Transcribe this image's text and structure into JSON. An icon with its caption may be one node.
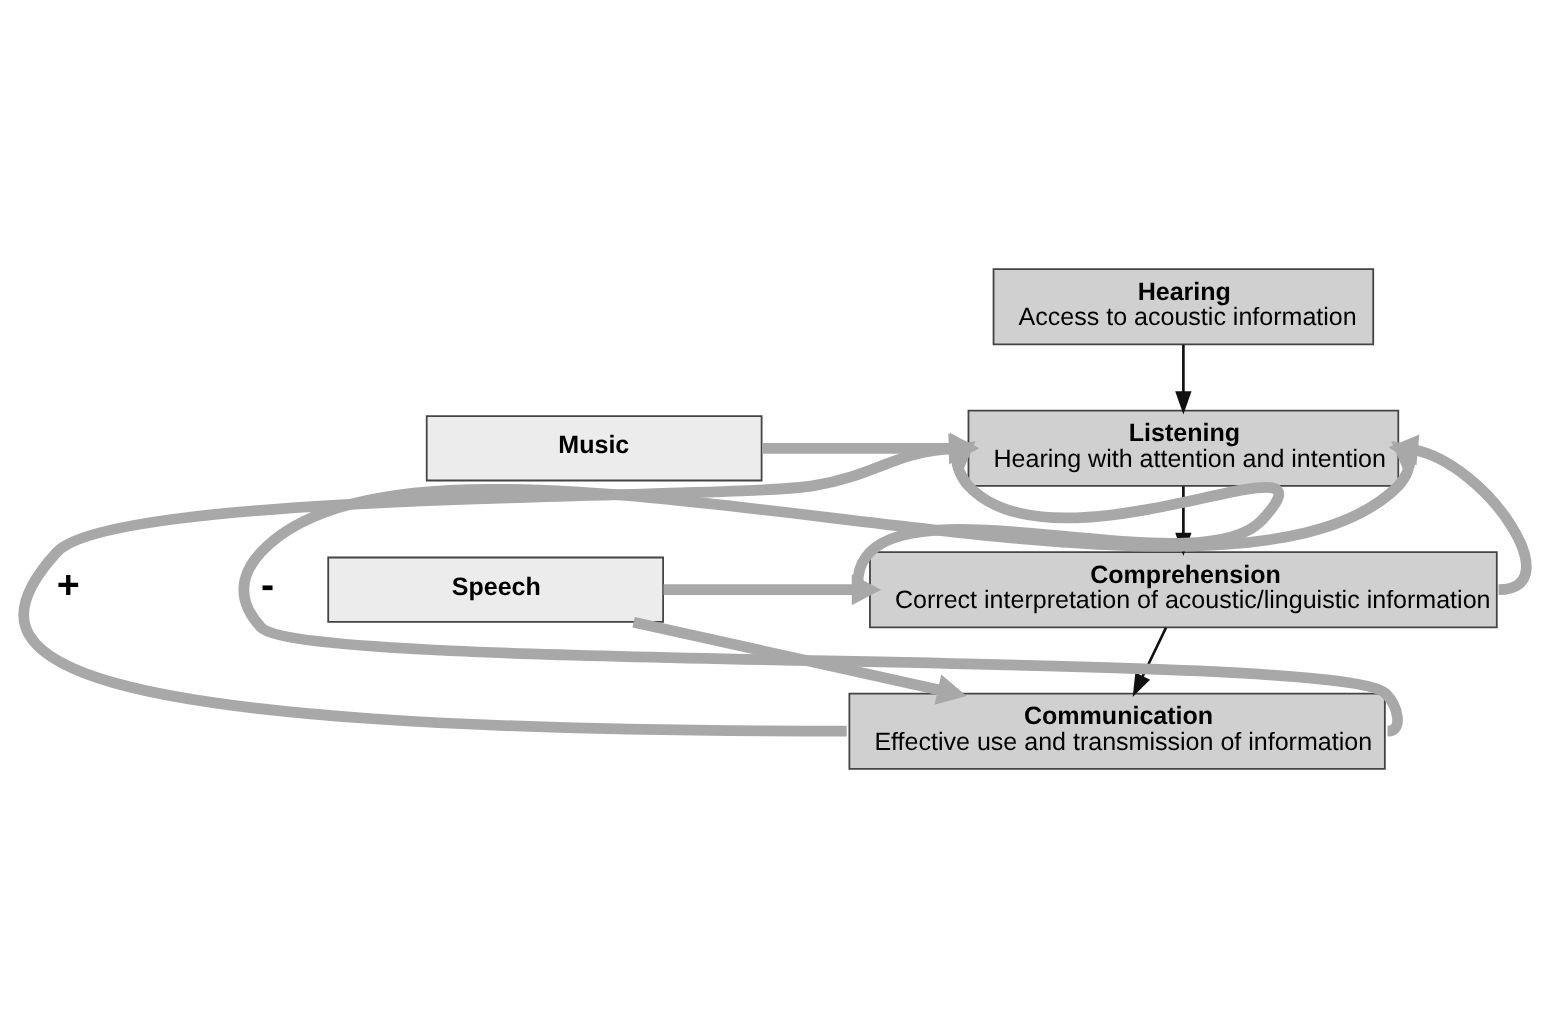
{
  "diagram": {
    "nodes": [
      {
        "text": [
          "Hearing",
          "Access to acoustic information"
        ]
      },
      {
        "text": [
          "Listening",
          "Hearing with attention and intention"
        ]
      },
      {
        "text": [
          "Comprehension",
          "Correct interpretation of acoustic/linguistic information"
        ]
      },
      {
        "text": [
          "Communication",
          "Effective use and transmission of information"
        ]
      },
      {
        "text": [
          "Music"
        ]
      },
      {
        "text": [
          "Speech"
        ]
      }
    ],
    "edges": [
      {
        "from": 0,
        "to": 1,
        "arrow": "to",
        "color": "#111111"
      },
      {
        "from": 1,
        "to": 2,
        "arrow": "to",
        "color": "#111111"
      },
      {
        "from": 2,
        "to": 3,
        "arrow": "to",
        "color": "#111111"
      },
      {
        "from": 4,
        "to": 1,
        "arrow": "to"
      },
      {
        "from": 5,
        "to": 2,
        "arrow": "to"
      },
      {
        "from": 5,
        "to": 3,
        "arrow": "to"
      },
      {
        "from": 2,
        "to": 1,
        "arrow": "to"
      },
      {
        "from": 3,
        "to": 1,
        "arrow": "to",
        "label": "+"
      },
      {
        "from": 2,
        "to": 1,
        "arrow": "to"
      },
      {
        "from": 3,
        "to": 1,
        "arrow": "to",
        "label": "-"
      }
    ]
  }
}
